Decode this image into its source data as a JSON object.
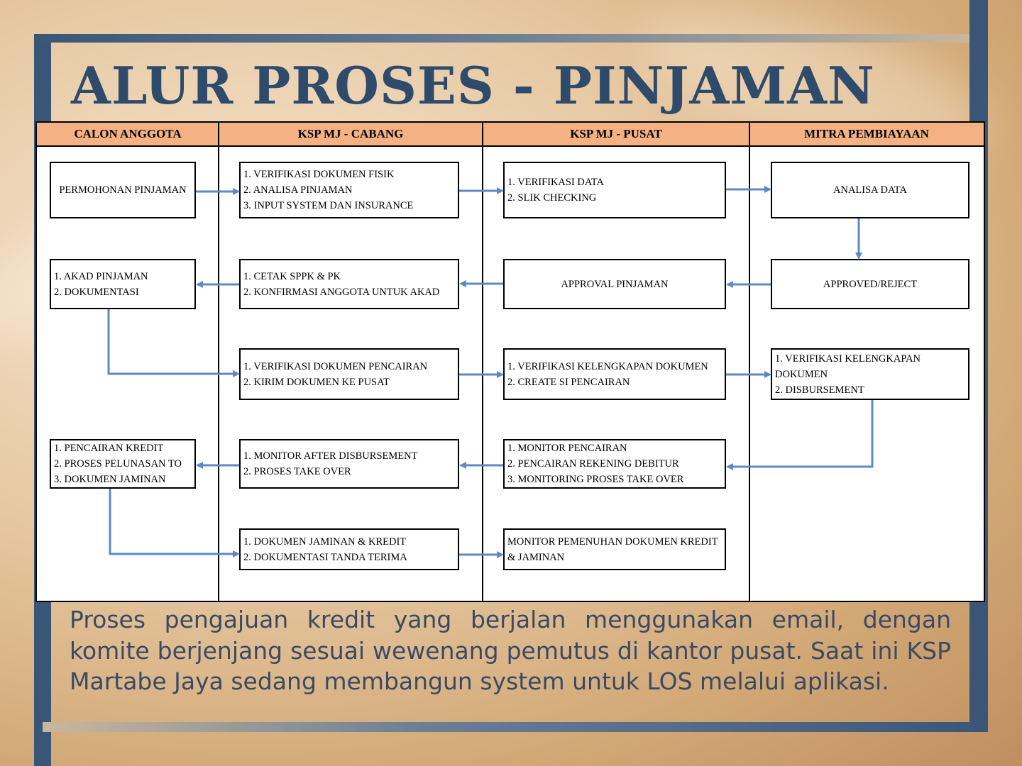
{
  "title": "ALUR PROSES - PINJAMAN",
  "lanes": [
    "CALON ANGGOTA",
    "KSP MJ - CABANG",
    "KSP MJ - PUSAT",
    "MITRA PEMBIAYAAN"
  ],
  "boxes": {
    "permohonan": [
      "PERMOHONAN PINJAMAN"
    ],
    "cabang_verifikasi": [
      "1. VERIFIKASI DOKUMEN FISIK",
      "2. ANALISA PINJAMAN",
      "3. INPUT SYSTEM DAN INSURANCE"
    ],
    "pusat_verifikasi": [
      "1. VERIFIKASI DATA",
      "2. SLIK CHECKING"
    ],
    "analisa_data": [
      "ANALISA DATA"
    ],
    "akad": [
      "1. AKAD PINJAMAN",
      "2. DOKUMENTASI"
    ],
    "cetak": [
      "1. CETAK SPPK & PK",
      "2. KONFIRMASI ANGGOTA UNTUK AKAD"
    ],
    "approval": [
      "APPROVAL PINJAMAN"
    ],
    "approved": [
      "APPROVED/REJECT"
    ],
    "verif_pencairan": [
      "1. VERIFIKASI DOKUMEN PENCAIRAN",
      "2. KIRIM DOKUMEN KE PUSAT"
    ],
    "verif_kelengkapan": [
      "1. VERIFIKASI KELENGKAPAN DOKUMEN",
      "2. CREATE SI PENCAIRAN"
    ],
    "mitra_kelengkapan": [
      "1. VERIFIKASI KELENGKAPAN DOKUMEN",
      "2. DISBURSEMENT"
    ],
    "pencairan_kredit": [
      "1. PENCAIRAN KREDIT",
      "2. PROSES PELUNASAN TO",
      "3. DOKUMEN JAMINAN"
    ],
    "monitor_after": [
      "1. MONITOR AFTER DISBURSEMENT",
      "2. PROSES TAKE OVER"
    ],
    "monitor_pencairan": [
      "1. MONITOR PENCAIRAN",
      "2. PENCAIRAN REKENING DEBITUR",
      "3. MONITORING PROSES TAKE OVER"
    ],
    "dokumen_jaminan": [
      "1. DOKUMEN JAMINAN & KREDIT",
      "2. DOKUMENTASI TANDA TERIMA"
    ],
    "monitor_pemenuhan": [
      "MONITOR PEMENUHAN DOKUMEN KREDIT & JAMINAN"
    ]
  },
  "description": "Proses pengajuan kredit yang berjalan menggunakan email, dengan komite berjenjang sesuai wewenang pemutus di kantor pusat. Saat ini KSP Martabe Jaya sedang membangun system untuk LOS melalui aplikasi.",
  "colors": {
    "frame": "#3a5677",
    "header": "#f4b183",
    "arrow": "#5b8ac4",
    "title": "#2f4b6b"
  }
}
